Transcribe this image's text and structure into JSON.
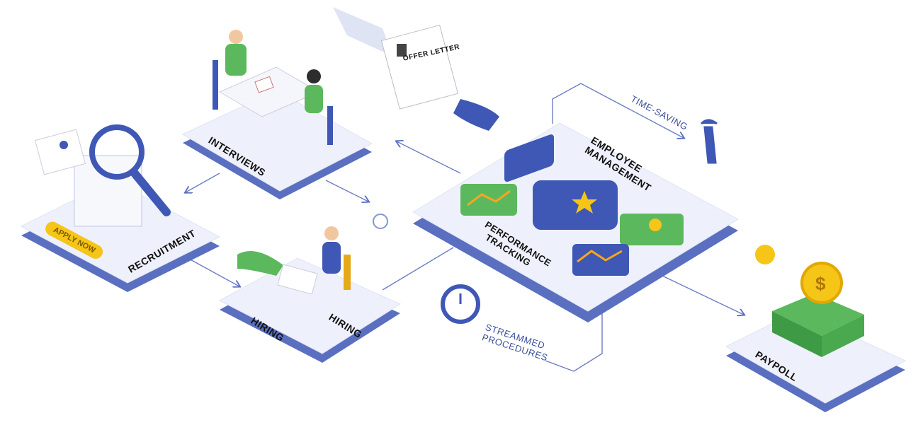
{
  "colors": {
    "platform": "#eef1fb",
    "platform_side": "#5a6fc0",
    "accent": "#3f57b5",
    "green": "#4caf50",
    "gold": "#f5c518"
  },
  "labels": {
    "offer_letter": "OFFER LETTER",
    "interviews": "INTERVIEWS",
    "recruitment": "RECRUITMENT",
    "apply_now": "APPLY NOW",
    "hiring_left": "HIRING",
    "hiring_right": "HIRING",
    "employee_management": [
      "EMPLOYEE",
      "MANAGEMENT"
    ],
    "performance_tracking": [
      "PERFORMANCE",
      "TRACKING"
    ],
    "time_saving": "TIME-SAVING",
    "streamlined": [
      "STREAMMED",
      "PROCEDURES"
    ],
    "payroll": "PAYPOLL"
  },
  "icons": [
    "magnifier-icon",
    "resume-icon",
    "calendar-icon",
    "chart-icon",
    "team-icon",
    "money-icon",
    "clock-icon",
    "wrench-icon",
    "coin-icon",
    "handshake-icon"
  ]
}
